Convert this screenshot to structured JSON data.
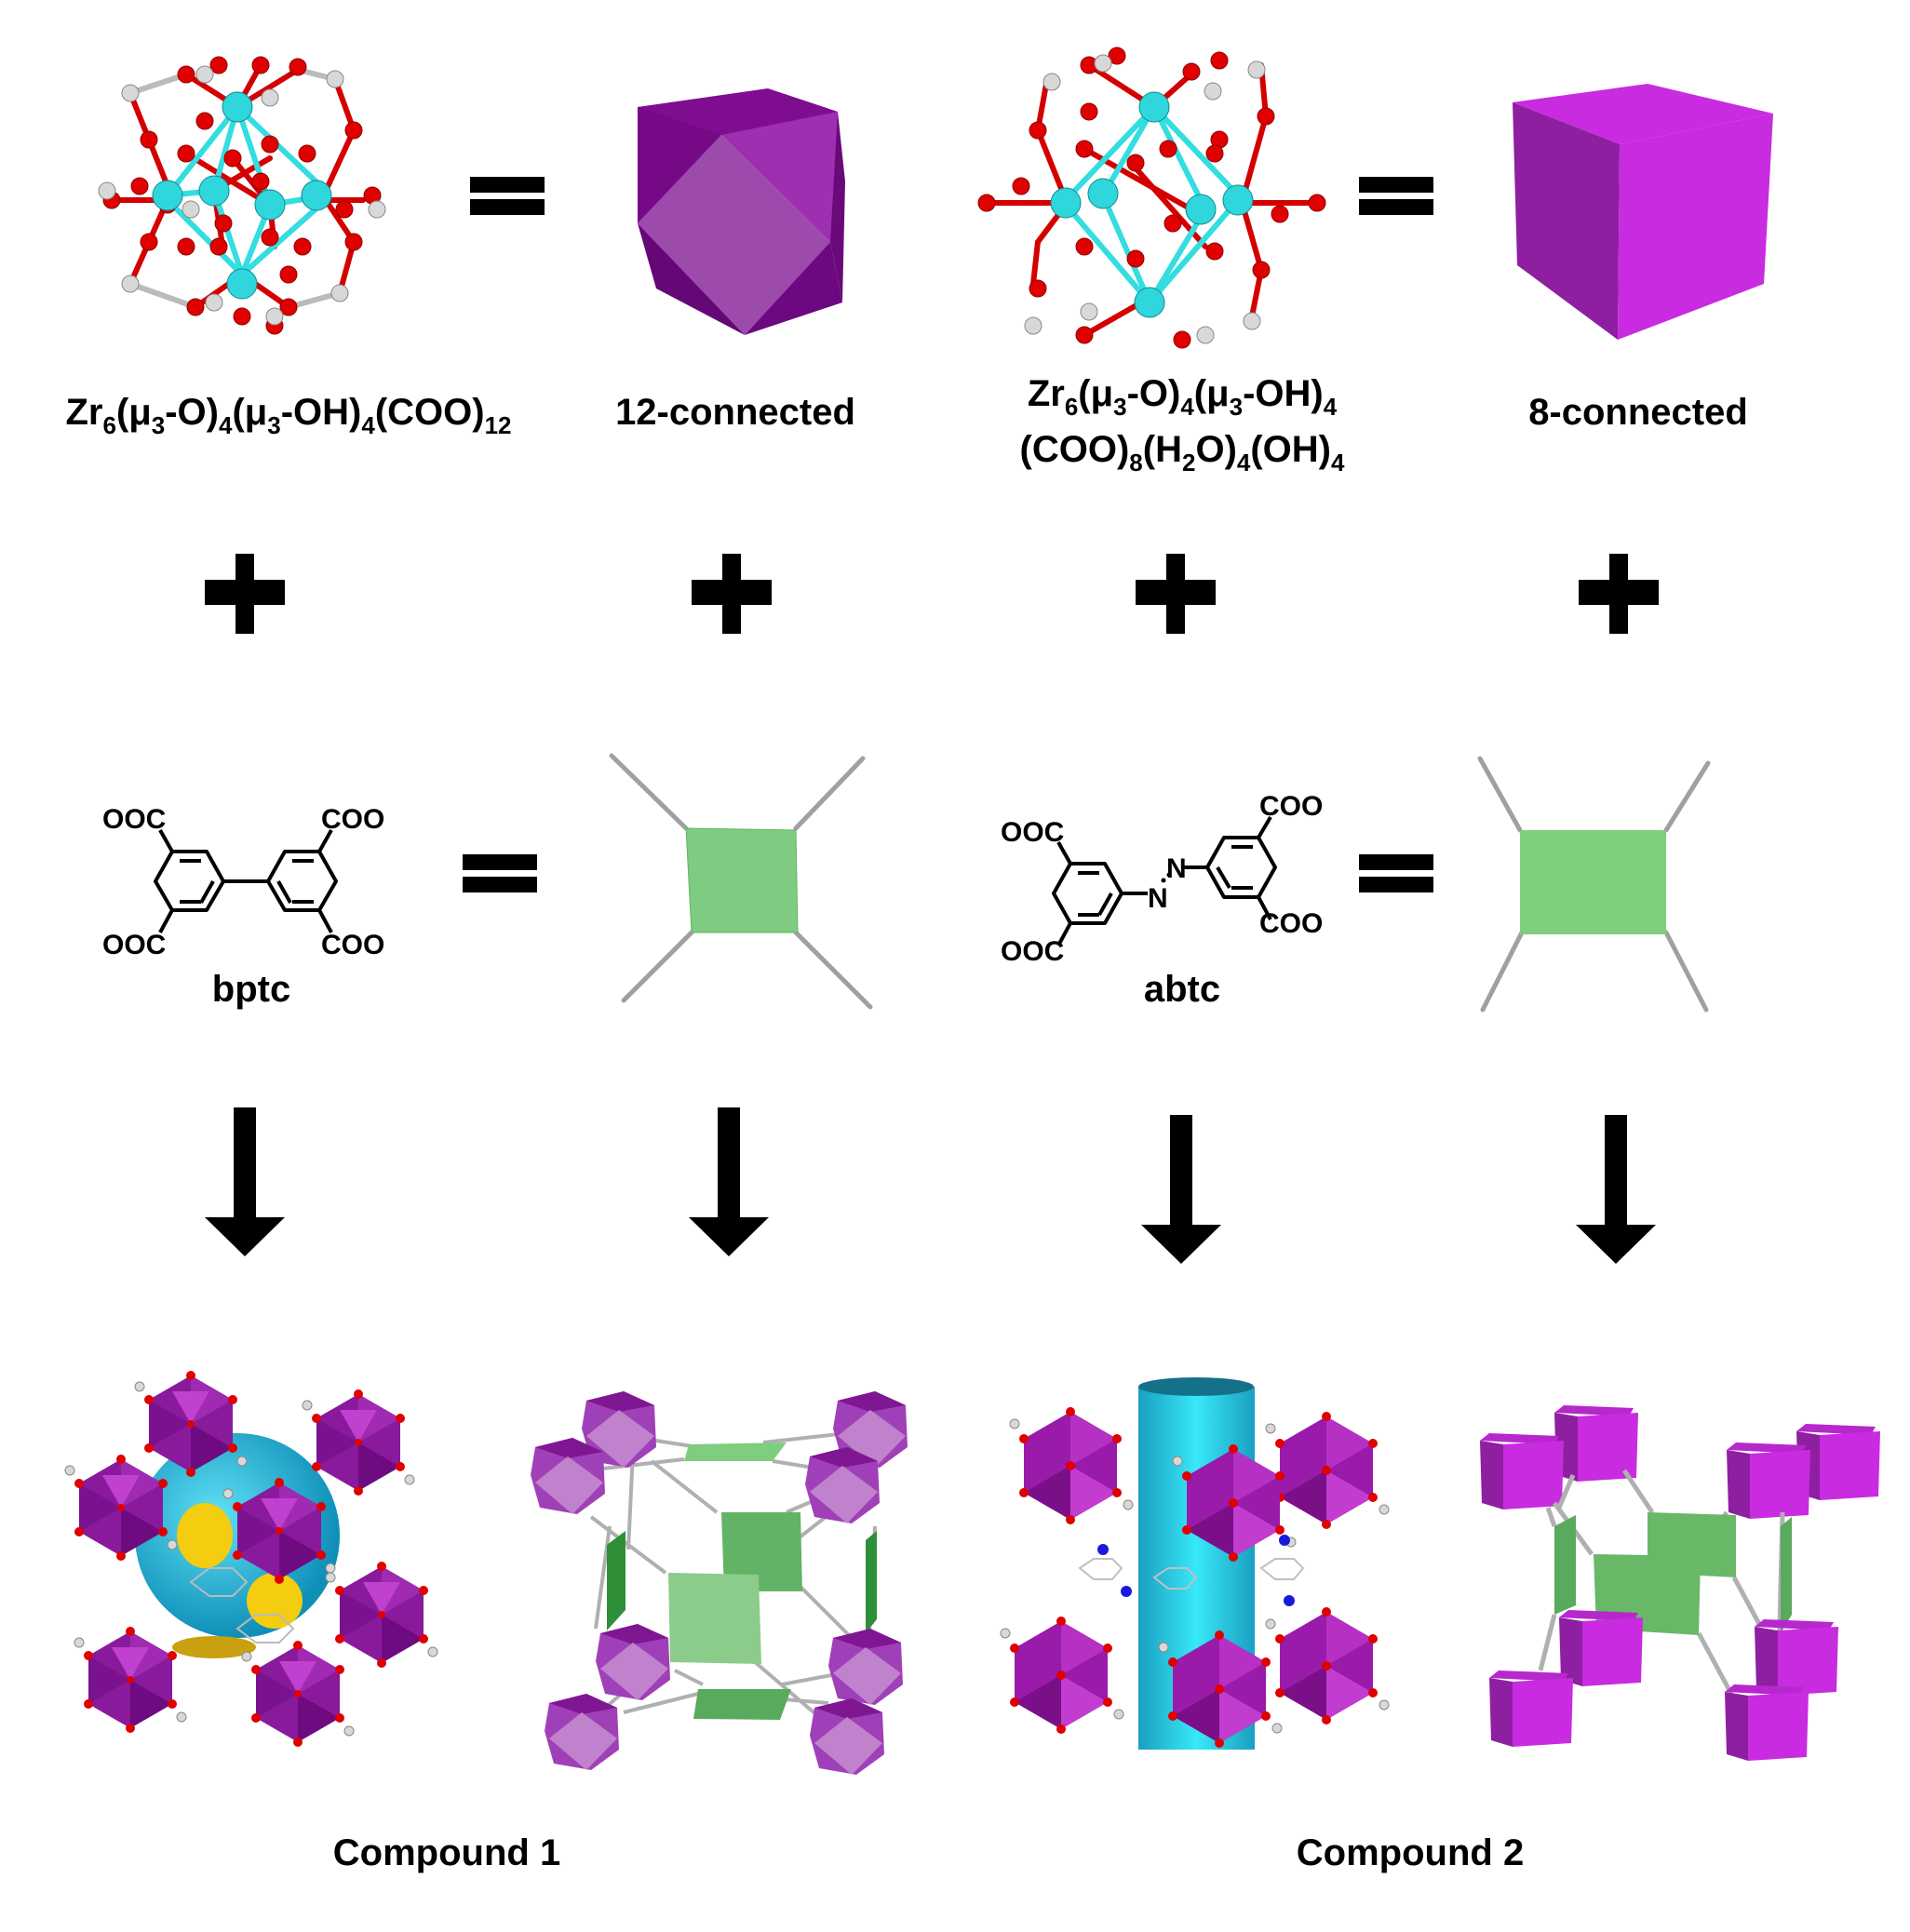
{
  "figure": {
    "columns": [
      {
        "id": "bptc-cluster",
        "cluster_formula_parts": [
          "Zr",
          "6",
          "(μ",
          "3",
          "-O)",
          "4",
          "(μ",
          "3",
          "-OH)",
          "4",
          "(COO)",
          "12"
        ],
        "cluster_formula_text": "Zr6(μ3-O)4(μ3-OH)4(COO)12",
        "cluster_image": "zr6-cluster-12-connected",
        "linker_name": "bptc",
        "linker_substituents": [
          "OOC",
          "OOC",
          "COO",
          "COO"
        ],
        "result_image": "compound-1-crystal-structure"
      },
      {
        "id": "12-connected-node",
        "node_label": "12-connected",
        "node_shape": "cuboctahedron",
        "linker_shape": "square-4-connected",
        "result_image": "compound-1-topology"
      },
      {
        "id": "abtc-cluster",
        "cluster_formula_line1": "Zr6(μ3-O)4(μ3-OH)4",
        "cluster_formula_line2": "(COO)8(H2O)4(OH)4",
        "cluster_formula_line1_parts": [
          "Zr",
          "6",
          "(μ",
          "3",
          "-O)",
          "4",
          "(μ",
          "3",
          "-OH)",
          "4"
        ],
        "cluster_formula_line2_parts": [
          "(COO)",
          "8",
          "(H",
          "2",
          "O)",
          "4",
          "(OH)",
          "4"
        ],
        "cluster_image": "zr6-cluster-8-connected",
        "linker_name": "abtc",
        "linker_substituents": [
          "OOC",
          "OOC",
          "COO",
          "COO"
        ],
        "azo_atoms": [
          "N",
          "N"
        ],
        "result_image": "compound-2-crystal-structure"
      },
      {
        "id": "8-connected-node",
        "node_label": "8-connected",
        "node_shape": "cube",
        "linker_shape": "rectangle-4-connected",
        "result_image": "compound-2-topology"
      }
    ],
    "operators": {
      "equals_symbol": "=",
      "plus_symbol": "+",
      "arrow_symbol": "↓"
    },
    "compounds": [
      {
        "label": "Compound 1"
      },
      {
        "label": "Compound 2"
      }
    ],
    "colors": {
      "zirconium": "#2fd6dc",
      "oxygen": "#e00000",
      "carbon": "#c8c8c8",
      "nitrogen": "#1a1adc",
      "cuboctahedron_dark": "#7c0a8c",
      "cuboctahedron_face": "#9b4aa8",
      "cube_front": "#c82be0",
      "cube_side": "#8e1fa0",
      "linker_green": "#7dcd7d",
      "linker_dark_green": "#2e9a3a",
      "rod": "#a8a8a8",
      "cage_blue": "#1aaed0",
      "cage_yellow": "#f4cc10",
      "channel_cyan": "#22c4e0"
    }
  }
}
